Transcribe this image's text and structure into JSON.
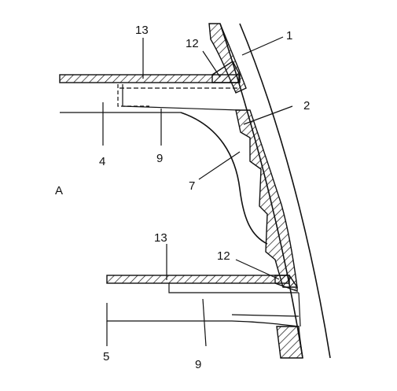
{
  "diagram": {
    "labels": {
      "l1": "1",
      "l2": "2",
      "l4": "4",
      "l5": "5",
      "l7": "7",
      "l9_upper": "9",
      "l9_lower": "9",
      "l12_upper": "12",
      "l12_lower": "12",
      "l13_upper": "13",
      "l13_lower": "13",
      "lA": "A"
    }
  }
}
